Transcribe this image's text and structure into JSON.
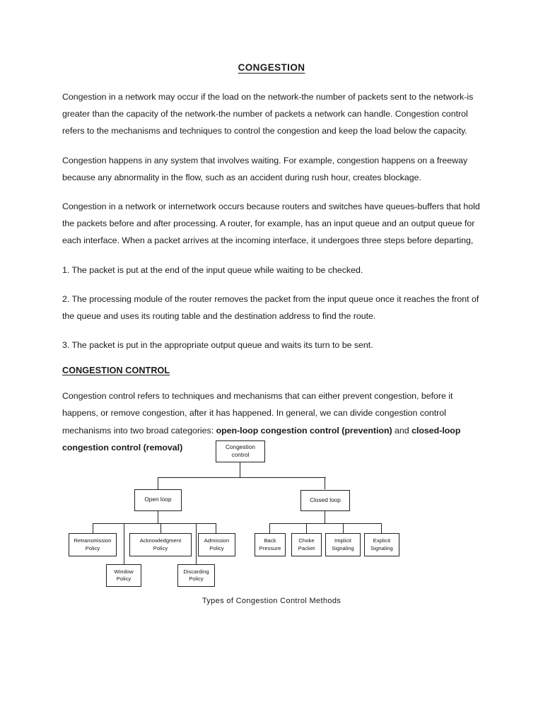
{
  "document": {
    "title": "CONGESTION",
    "paragraphs": [
      "Congestion in a network may occur if the load on the network-the number of packets sent to the network-is greater than the capacity of the network-the number of packets a network can handle. Congestion control refers to the mechanisms and techniques to control the congestion and keep the load below the capacity.",
      "Congestion happens in any system that involves waiting. For example, congestion happens on a freeway because any abnormality in the flow, such as an accident during rush hour, creates blockage.",
      "Congestion in a network or internetwork occurs because routers and switches have queues-buffers that hold the packets before and after processing. A router, for example, has an input queue and an output queue for each interface. When a packet arrives at the incoming interface, it undergoes three steps before departing,",
      "1. The packet is put at the end of the input queue while waiting to be checked.",
      "2. The processing module of the router removes the packet from the input queue once it reaches the front of the queue and uses its routing table and the destination address to find the route.",
      "3. The packet is put in the appropriate output queue and waits its turn to be sent."
    ],
    "section_heading": "CONGESTION CONTROL",
    "section_paragraph_lead": "Congestion control refers to techniques and mechanisms that can either prevent congestion, before it happens, or remove congestion, after it has happened. In general, we can divide congestion control mechanisms into two broad categories: ",
    "section_paragraph_bold_1": "open-loop congestion control (prevention)",
    "section_paragraph_mid": " and ",
    "section_paragraph_bold_2": "closed-loop congestion control (removal)"
  },
  "figure": {
    "caption": "Types of Congestion Control Methods",
    "nodes": {
      "root": "Congestion\ncontrol",
      "root_line1": "Congestion",
      "root_line2": "control",
      "open_loop": "Open loop",
      "closed_loop": "Closed loop",
      "retransmission_l1": "Retransmission",
      "retransmission_l2": "Policy",
      "window_l1": "Window",
      "window_l2": "Policy",
      "acknowledgment_l1": "Acknowledgment",
      "acknowledgment_l2": "Policy",
      "discarding_l1": "Discarding",
      "discarding_l2": "Policy",
      "admission_l1": "Admission",
      "admission_l2": "Policy",
      "back_pressure_l1": "Back",
      "back_pressure_l2": "Pressure",
      "choke_packet_l1": "Choke",
      "choke_packet_l2": "Packet",
      "implicit_signaling_l1": "Implicit",
      "implicit_signaling_l2": "Signaling",
      "explicit_signaling_l1": "Explicit",
      "explicit_signaling_l2": "Signaling"
    }
  },
  "colors": {
    "page_background": "#ffffff",
    "text": "#1a1a1a",
    "diagram_stroke": "#202020"
  }
}
